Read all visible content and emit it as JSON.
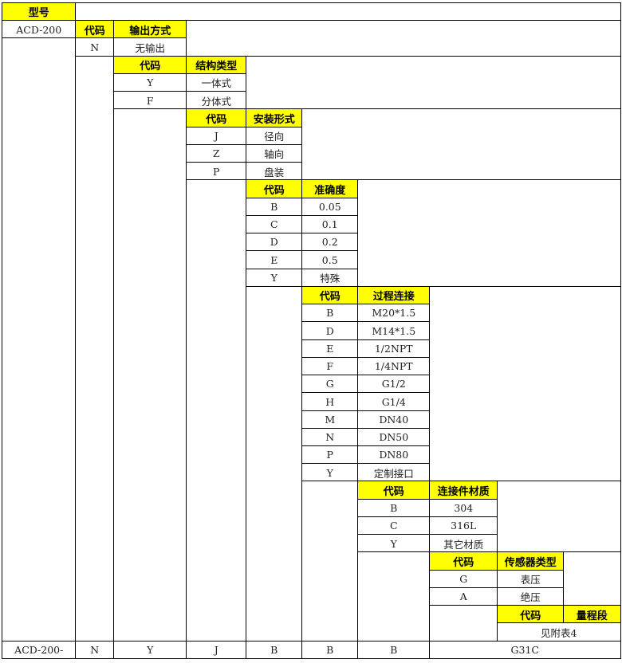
{
  "title_label": "型号",
  "model": "ACD-200",
  "code_label": "代码",
  "groups": [
    {
      "title": "输出方式",
      "options": [
        {
          "code": "N",
          "label": "无输出"
        }
      ]
    },
    {
      "title": "结构类型",
      "options": [
        {
          "code": "Y",
          "label": "一体式"
        },
        {
          "code": "F",
          "label": "分体式"
        }
      ]
    },
    {
      "title": "安装形式",
      "options": [
        {
          "code": "J",
          "label": "径向"
        },
        {
          "code": "Z",
          "label": "轴向"
        },
        {
          "code": "P",
          "label": "盘装"
        }
      ]
    },
    {
      "title": "准确度",
      "options": [
        {
          "code": "B",
          "label": "0.05"
        },
        {
          "code": "C",
          "label": "0.1"
        },
        {
          "code": "D",
          "label": "0.2"
        },
        {
          "code": "E",
          "label": "0.5"
        },
        {
          "code": "Y",
          "label": "特殊"
        }
      ]
    },
    {
      "title": "过程连接",
      "options": [
        {
          "code": "B",
          "label": "M20*1.5"
        },
        {
          "code": "D",
          "label": "M14*1.5"
        },
        {
          "code": "E",
          "label": "1/2NPT"
        },
        {
          "code": "F",
          "label": "1/4NPT"
        },
        {
          "code": "G",
          "label": "G1/2"
        },
        {
          "code": "H",
          "label": "G1/4"
        },
        {
          "code": "M",
          "label": "DN40"
        },
        {
          "code": "N",
          "label": "DN50"
        },
        {
          "code": "P",
          "label": "DN80"
        },
        {
          "code": "Y",
          "label": "定制接口"
        }
      ]
    },
    {
      "title": "连接件材质",
      "options": [
        {
          "code": "B",
          "label": "304"
        },
        {
          "code": "C",
          "label": "316L"
        },
        {
          "code": "Y",
          "label": "其它材质"
        }
      ]
    },
    {
      "title": "传感器类型",
      "options": [
        {
          "code": "G",
          "label": "表压"
        },
        {
          "code": "A",
          "label": "绝压"
        }
      ]
    },
    {
      "title": "量程段",
      "options": [
        {
          "code": "",
          "label": "见附表4"
        }
      ]
    }
  ],
  "example": {
    "model": "ACD-200-",
    "codes": [
      "N",
      "Y",
      "J",
      "B",
      "B",
      "B"
    ],
    "range": "G31C"
  }
}
